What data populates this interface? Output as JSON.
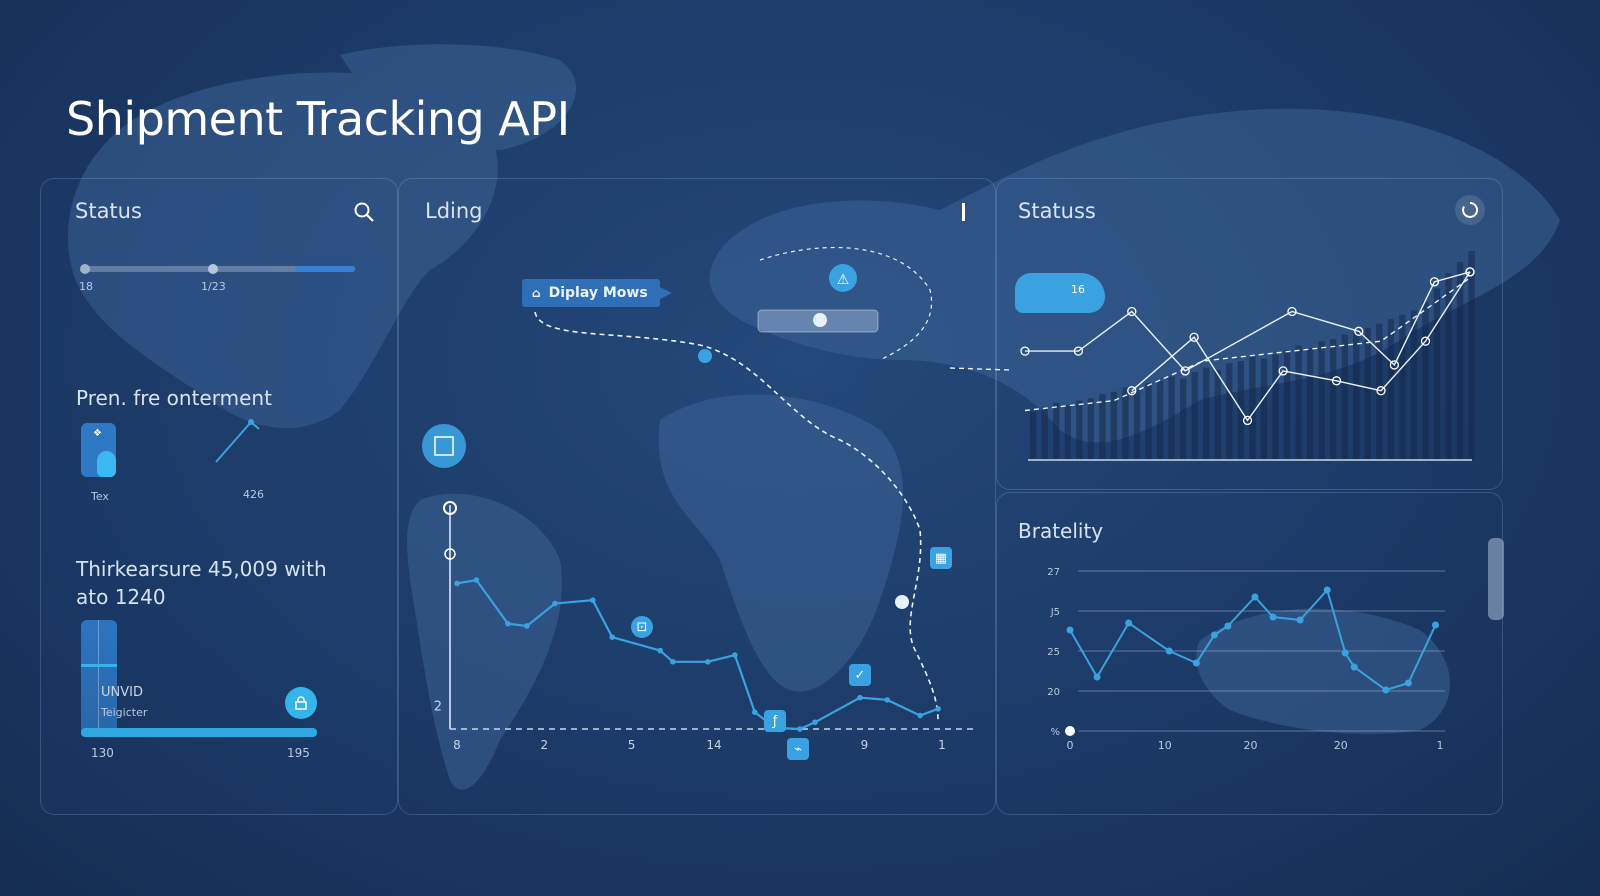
{
  "header": {
    "title": "Shipment Tracking API"
  },
  "left_panel": {
    "status_title": "Status",
    "slider": {
      "value_fraction": 0.78,
      "label_start": "18",
      "label_mid": "1/23"
    },
    "section2_title": "Pren. fre onterment",
    "section2_labels": {
      "left": "Tex",
      "right": "426"
    },
    "section3_title_line1": "Thirkearsure 45,009 with",
    "section3_title_line2": "ato 1240",
    "bar_labels": {
      "top": "UNVID",
      "sub": "Teigicter"
    },
    "bar_axis": {
      "start": "130",
      "end": "195"
    }
  },
  "map_panel": {
    "title": "Lding",
    "tooltip": "Diplay Mows",
    "chart_data": {
      "type": "line",
      "x_ticks": [
        {
          "label": "8",
          "x": 0
        },
        {
          "label": "2",
          "x": 18
        },
        {
          "label": "5",
          "x": 36
        },
        {
          "label": "14",
          "x": 53
        },
        {
          "label": "9",
          "x": 84
        },
        {
          "label": "1",
          "x": 100
        }
      ],
      "y_ticks": [
        {
          "label": "2",
          "y": 1
        }
      ],
      "ylim": [
        0,
        10
      ],
      "xlim": [
        0,
        100
      ],
      "x": [
        0,
        4,
        10.5,
        14.4,
        20.2,
        28,
        32,
        41.9,
        44.5,
        51.7,
        57.3,
        61.4,
        65.6,
        70.7,
        73.8,
        83.1,
        88.7,
        95.5,
        99.2
      ],
      "y": [
        6.5,
        6.65,
        4.7,
        4.6,
        5.6,
        5.75,
        4.1,
        3.5,
        3,
        3,
        3.3,
        0.75,
        0.05,
        0,
        0.3,
        1.4,
        1.3,
        0.6,
        0.9
      ]
    }
  },
  "right_top_panel": {
    "title": "Statuss",
    "badge": "16",
    "chart_data": {
      "type": "bar",
      "bars": [
        22,
        24,
        26,
        25,
        27,
        28,
        30,
        31,
        33,
        32,
        35,
        36,
        38,
        37,
        40,
        42,
        41,
        44,
        45,
        47,
        46,
        48,
        50,
        52,
        51,
        54,
        55,
        57,
        58,
        60,
        62,
        64,
        66,
        68,
        72,
        78,
        85,
        90,
        95
      ],
      "series": [
        {
          "name": "solid-a",
          "x": [
            0,
            12,
            24,
            36,
            60,
            75,
            83,
            92,
            100
          ],
          "y": [
            55,
            55,
            75,
            45,
            75,
            65,
            48,
            90,
            95
          ]
        },
        {
          "name": "solid-b",
          "x": [
            24,
            38,
            50,
            58,
            70,
            80,
            90,
            100
          ],
          "y": [
            35,
            62,
            20,
            45,
            40,
            35,
            60,
            95
          ]
        },
        {
          "name": "dashed",
          "x": [
            0,
            20,
            40,
            60,
            80,
            100
          ],
          "y": [
            25,
            30,
            50,
            55,
            60,
            92
          ]
        }
      ],
      "ylim": [
        0,
        100
      ]
    }
  },
  "right_bottom_panel": {
    "title": "Bratelity",
    "chart_data": {
      "type": "line",
      "y_ticks": [
        {
          "label": "27",
          "y": 27
        },
        {
          "label": "J5",
          "y": 25
        },
        {
          "label": "25",
          "y": 23
        },
        {
          "label": "20",
          "y": 21
        },
        {
          "label": "%",
          "y": 19
        }
      ],
      "x_ticks": [
        {
          "label": "0",
          "x": 0
        },
        {
          "label": "10",
          "x": 10.5
        },
        {
          "label": "20",
          "x": 20
        },
        {
          "label": "20",
          "x": 30
        },
        {
          "label": "1",
          "x": 41
        }
      ],
      "ylim": [
        19,
        27
      ],
      "xlim": [
        0,
        41
      ],
      "x": [
        0,
        3,
        6.5,
        11,
        14,
        16,
        17.5,
        20.5,
        22.5,
        25.5,
        28.5,
        30.5,
        31.5,
        35,
        37.5,
        40.5
      ],
      "y": [
        24.05,
        21.7,
        24.4,
        23,
        22.4,
        23.8,
        24.25,
        25.7,
        24.7,
        24.55,
        26.05,
        22.9,
        22.2,
        21.05,
        21.4,
        24.3
      ]
    }
  },
  "colors": {
    "accent": "#3aa2e0",
    "background": "#1c3a66",
    "slider_fill": "#3a7fd6"
  }
}
